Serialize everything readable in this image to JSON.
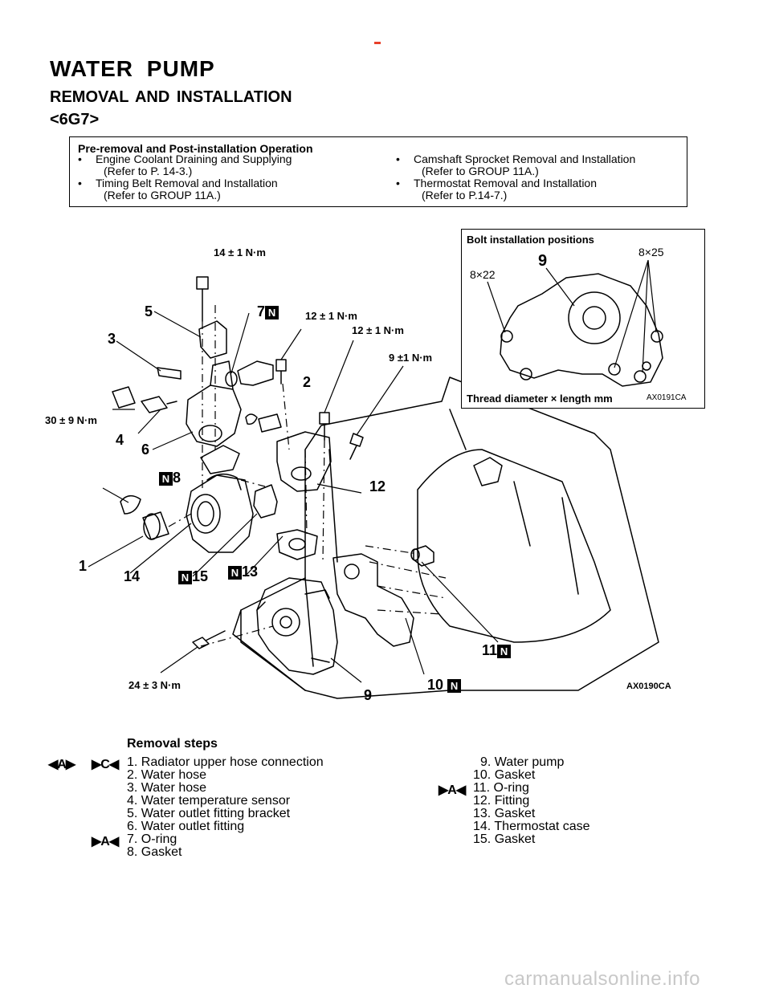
{
  "page": {
    "title": "WATER PUMP",
    "subtitle": "REMOVAL AND INSTALLATION",
    "variant": "<6G7>"
  },
  "pre_box": {
    "heading": "Pre-removal and Post-installation Operation",
    "bullet": "•",
    "left_items": [
      {
        "line1": "Engine Coolant Draining and Supplying",
        "line2": "(Refer to P. 14-3.)"
      },
      {
        "line1": "Timing Belt Removal and Installation",
        "line2": "(Refer to GROUP 11A.)"
      }
    ],
    "right_items": [
      {
        "line1": "Camshaft Sprocket Removal and Installation",
        "line2": "(Refer to GROUP 11A.)"
      },
      {
        "line1": "Thermostat Removal and Installation",
        "line2": "(Refer to P.14-7.)"
      }
    ]
  },
  "inset": {
    "heading": "Bolt installation positions",
    "size_a": "8×22",
    "size_b": "8×25",
    "part_no": "9",
    "footer": "Thread diameter × length mm",
    "code": "AX0191CA"
  },
  "diagram": {
    "new_part_mark": "N",
    "torques": {
      "t14": "14 ± 1 N·m",
      "t12a": "12 ± 1 N·m",
      "t12b": "12 ± 1 N·m",
      "t9": "9 ±1 N·m",
      "t30": "30 ± 9 N·m",
      "t24": "24 ± 3 N·m"
    },
    "numbers": {
      "n1": "1",
      "n2": "2",
      "n3": "3",
      "n4": "4",
      "n5": "5",
      "n6": "6",
      "n7": "7",
      "n8": "8",
      "n9": "9",
      "n10": "10",
      "n11": "11",
      "n12": "12",
      "n13": "13",
      "n14": "14",
      "n15": "15"
    },
    "code": "AX0190CA"
  },
  "steps": {
    "heading": "Removal steps",
    "marks": {
      "step1_a": "◀A▶",
      "step1_b": "▶C◀",
      "step7": "▶A◀",
      "step11": "▶A◀"
    },
    "left": [
      "1. Radiator upper hose connection",
      "2. Water hose",
      "3. Water hose",
      "4. Water temperature sensor",
      "5. Water outlet fitting bracket",
      "6. Water outlet fitting",
      "7. O-ring",
      "8. Gasket"
    ],
    "right": [
      "9. Water pump",
      "10. Gasket",
      "11. O-ring",
      "12. Fitting",
      "13. Gasket",
      "14. Thermostat case",
      "15. Gasket"
    ]
  },
  "watermark": "carmanualsonline.info"
}
